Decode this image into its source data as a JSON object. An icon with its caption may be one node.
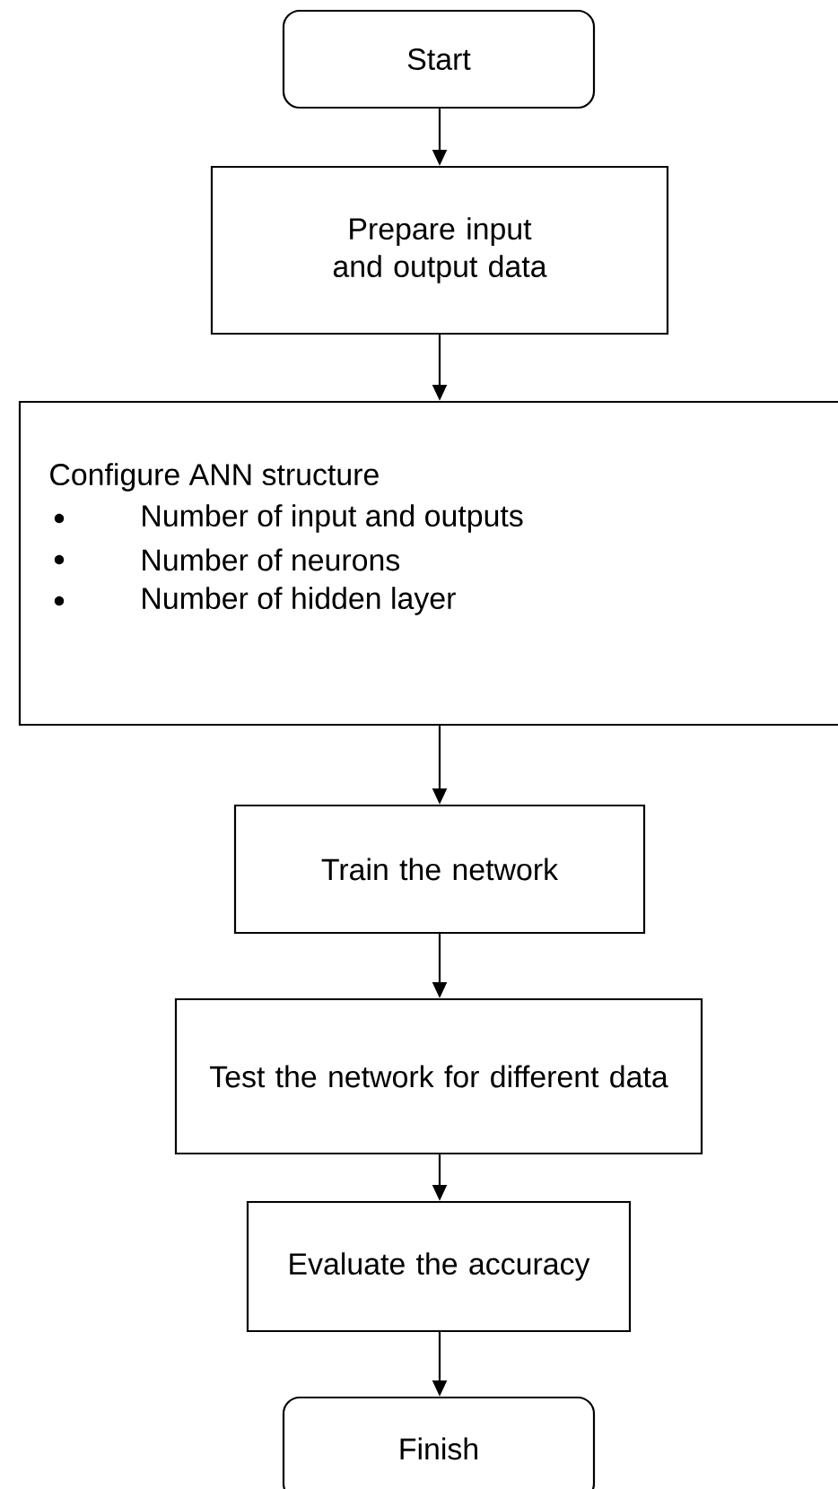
{
  "diagram": {
    "nodes": [
      {
        "text": [
          "Start"
        ]
      },
      {
        "text": [
          "Prepare input and output data"
        ]
      },
      {
        "text": [
          "Configure ANN structure",
          "Number of input and outputs",
          "Number of neurons",
          "Number of hidden layer"
        ]
      },
      {
        "text": [
          "Train the network"
        ]
      },
      {
        "text": [
          "Test the network for different data"
        ]
      },
      {
        "text": [
          "Evaluate the accuracy"
        ]
      },
      {
        "text": [
          "Finish"
        ]
      }
    ],
    "edges": [
      {
        "from": 0,
        "to": 1,
        "arrow": "to"
      },
      {
        "from": 1,
        "to": 2,
        "arrow": "to"
      },
      {
        "from": 2,
        "to": 3,
        "arrow": "to"
      },
      {
        "from": 3,
        "to": 4,
        "arrow": "to"
      },
      {
        "from": 4,
        "to": 5,
        "arrow": "to"
      },
      {
        "from": 5,
        "to": 6,
        "arrow": "to"
      }
    ]
  }
}
